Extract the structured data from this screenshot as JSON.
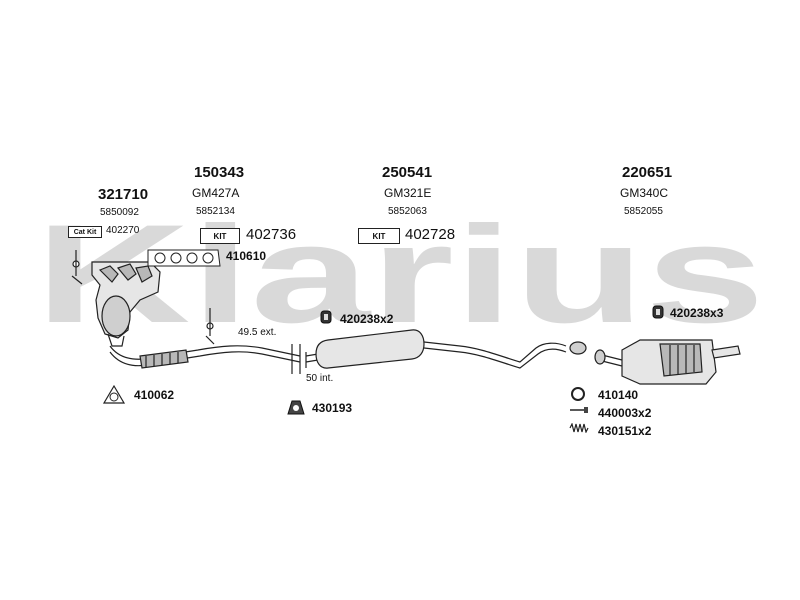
{
  "watermark": {
    "text": "Klarius",
    "color": "#d9d9d9"
  },
  "groups": [
    {
      "code": "321710",
      "oe": "5850092"
    },
    {
      "code": "150343",
      "model": "GM427A",
      "oe": "5852134"
    },
    {
      "code": "250541",
      "model": "GM321E",
      "oe": "5852063"
    },
    {
      "code": "220651",
      "model": "GM340C",
      "oe": "5852055"
    }
  ],
  "kits": {
    "cat_kit": {
      "label": "Cat Kit",
      "part": "402270"
    },
    "kit_a": {
      "label": "KIT",
      "part": "402736"
    },
    "kit_b": {
      "label": "KIT",
      "part": "402728"
    }
  },
  "parts": {
    "gasket_manifold": "410610",
    "clamp_mid": "420238x2",
    "clamp_rear": "420238x3",
    "gasket_front": "410062",
    "mount_430193": "430193",
    "ring_410140": "410140",
    "bolt_440003": "440003x2",
    "spring_430151": "430151x2"
  },
  "annotations": {
    "ext": "49.5 ext.",
    "int": "50 int."
  },
  "colors": {
    "line": "#222222",
    "fill": "#e6e6e6",
    "shade": "#b8b8b8"
  }
}
